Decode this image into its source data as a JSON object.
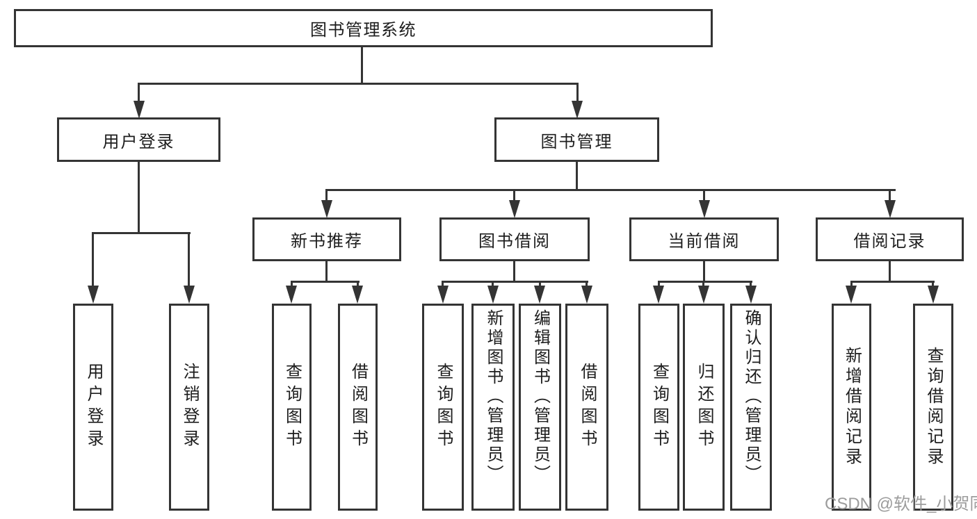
{
  "diagram": {
    "root": {
      "label": "图书管理系统"
    },
    "level2": [
      {
        "label": "用户登录"
      },
      {
        "label": "图书管理"
      }
    ],
    "level3": [
      {
        "label": "新书推荐"
      },
      {
        "label": "图书借阅"
      },
      {
        "label": "当前借阅"
      },
      {
        "label": "借阅记录"
      }
    ],
    "leaves": {
      "user_login": [
        {
          "label": "用户登录"
        },
        {
          "label": "注销登录"
        }
      ],
      "new_book": [
        {
          "label": "查询图书"
        },
        {
          "label": "借阅图书"
        }
      ],
      "book_borrow": [
        {
          "label": "查询图书"
        },
        {
          "label": "新增图书（管理员）"
        },
        {
          "label": "编辑图书（管理员）"
        },
        {
          "label": "借阅图书"
        }
      ],
      "current_borrow": [
        {
          "label": "查询图书"
        },
        {
          "label": "归还图书"
        },
        {
          "label": "确认归还（管理员）"
        }
      ],
      "borrow_record": [
        {
          "label": "新增借阅记录"
        },
        {
          "label": "查询借阅记录"
        }
      ]
    },
    "watermark": "CSDN @软件_小贺同学",
    "colors": {
      "line": "#343434",
      "text": "#1d1d1d",
      "watermark": "#9c9c9c",
      "background": "#ffffff"
    }
  }
}
